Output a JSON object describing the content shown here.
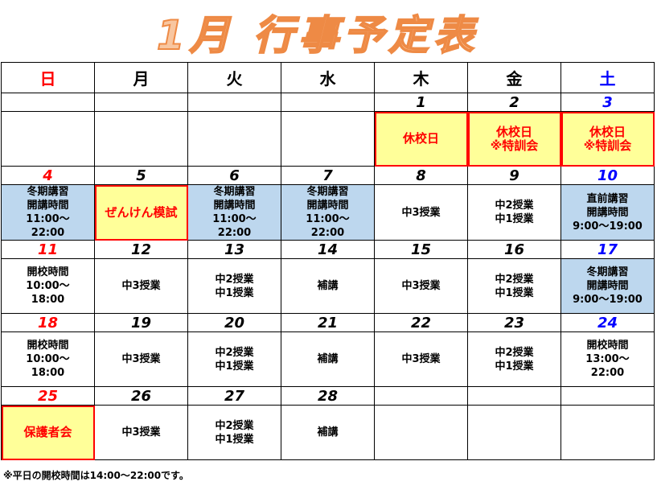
{
  "title": "1月 行事予定表",
  "weekdays": [
    {
      "label": "日",
      "color": "red"
    },
    {
      "label": "月"
    },
    {
      "label": "火"
    },
    {
      "label": "水"
    },
    {
      "label": "木"
    },
    {
      "label": "金"
    },
    {
      "label": "土",
      "color": "blue"
    }
  ],
  "weeks": [
    [
      {
        "d": ""
      },
      {
        "d": ""
      },
      {
        "d": ""
      },
      {
        "d": ""
      },
      {
        "d": "1",
        "t": "休校日",
        "s": "hl"
      },
      {
        "d": "2",
        "t": "休校日\n※特訓会",
        "s": "hl"
      },
      {
        "d": "3",
        "t": "休校日\n※特訓会",
        "s": "hl"
      }
    ],
    [
      {
        "d": "4",
        "t": "冬期講習\n開講時間\n11:00～\n22:00",
        "s": "bl"
      },
      {
        "d": "5",
        "t": "ぜんけん模試",
        "s": "hl"
      },
      {
        "d": "6",
        "t": "冬期講習\n開講時間\n11:00～\n22:00",
        "s": "bl"
      },
      {
        "d": "7",
        "t": "冬期講習\n開講時間\n11:00～\n22:00",
        "s": "bl"
      },
      {
        "d": "8",
        "t": "中3授業"
      },
      {
        "d": "9",
        "t": "中2授業\n中1授業"
      },
      {
        "d": "10",
        "t": "直前講習\n開講時間\n9:00～19:00",
        "s": "bl"
      }
    ],
    [
      {
        "d": "11",
        "t": "開校時間\n10:00～\n18:00"
      },
      {
        "d": "12",
        "t": "中3授業"
      },
      {
        "d": "13",
        "t": "中2授業\n中1授業"
      },
      {
        "d": "14",
        "t": "補講"
      },
      {
        "d": "15",
        "t": "中3授業"
      },
      {
        "d": "16",
        "t": "中2授業\n中1授業"
      },
      {
        "d": "17",
        "t": "冬期講習\n開講時間\n9:00～19:00",
        "s": "bl"
      }
    ],
    [
      {
        "d": "18",
        "t": "開校時間\n10:00～\n18:00"
      },
      {
        "d": "19",
        "t": "中3授業"
      },
      {
        "d": "20",
        "t": "中2授業\n中1授業"
      },
      {
        "d": "21",
        "t": "補講"
      },
      {
        "d": "22",
        "t": "中3授業"
      },
      {
        "d": "23",
        "t": "中2授業\n中1授業"
      },
      {
        "d": "24",
        "t": "開校時間\n13:00～\n22:00"
      }
    ],
    [
      {
        "d": "25",
        "t": "保護者会",
        "s": "hl"
      },
      {
        "d": "26",
        "t": "中3授業"
      },
      {
        "d": "27",
        "t": "中2授業\n中1授業"
      },
      {
        "d": "28",
        "t": "補講"
      },
      {
        "d": ""
      },
      {
        "d": ""
      },
      {
        "d": ""
      }
    ]
  ],
  "note": "※平日の開校時間は14:00～22:00です。"
}
